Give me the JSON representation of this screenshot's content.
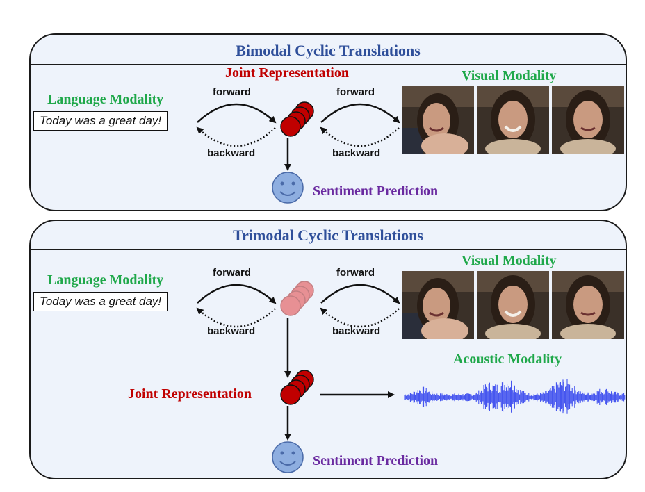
{
  "top_panel": {
    "title": "Bimodal Cyclic Translations",
    "language_label": "Language Modality",
    "sentence": "Today was a great day!",
    "joint_label": "Joint Representation",
    "visual_label": "Visual Modality",
    "forward_left": "forward",
    "forward_right": "forward",
    "backward_left": "backward",
    "backward_right": "backward",
    "sentiment_label": "Sentiment Prediction"
  },
  "bottom_panel": {
    "title": "Trimodal Cyclic Translations",
    "language_label": "Language Modality",
    "sentence": "Today was a great day!",
    "visual_label": "Visual Modality",
    "forward_left": "forward",
    "forward_right": "forward",
    "backward_left": "backward",
    "backward_right": "backward",
    "joint_label": "Joint Representation",
    "acoustic_label": "Acoustic Modality",
    "sentiment_label": "Sentiment Prediction"
  },
  "colors": {
    "title": "#2f4f9a",
    "modality_label": "#1fa84a",
    "joint_label": "#c00000",
    "sentiment_label": "#6a2aa0",
    "representation_circles": "#c00000",
    "waveform": "#3344ee",
    "face_icon": "#8eaee0"
  }
}
